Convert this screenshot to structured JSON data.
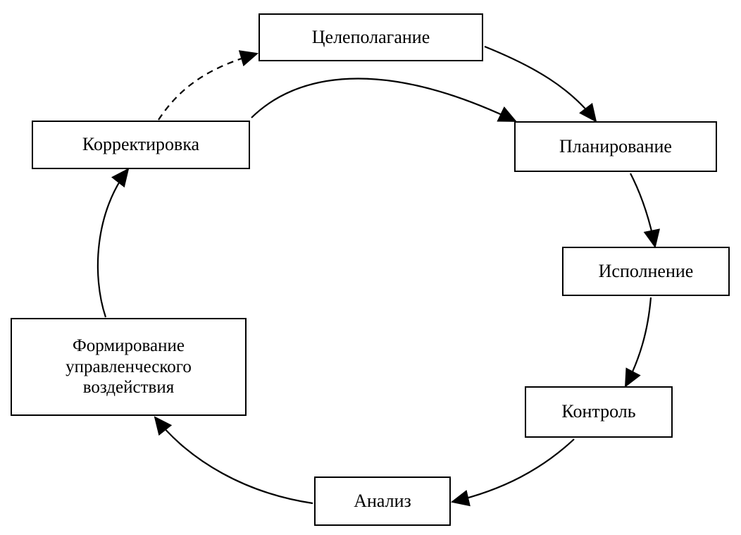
{
  "diagram": {
    "nodes": {
      "goal": "Целеполагание",
      "plan": "Планирование",
      "exec": "Исполнение",
      "control": "Контроль",
      "analysis": "Анализ",
      "form": [
        "Формирование",
        "управленческого",
        "воздействия"
      ],
      "correct": "Корректировка"
    },
    "edges": [
      {
        "from": "goal",
        "to": "plan",
        "style": "solid"
      },
      {
        "from": "plan",
        "to": "exec",
        "style": "solid"
      },
      {
        "from": "exec",
        "to": "control",
        "style": "solid"
      },
      {
        "from": "control",
        "to": "analysis",
        "style": "solid"
      },
      {
        "from": "analysis",
        "to": "form",
        "style": "solid"
      },
      {
        "from": "form",
        "to": "correct",
        "style": "solid"
      },
      {
        "from": "correct",
        "to": "plan",
        "style": "solid"
      },
      {
        "from": "correct",
        "to": "goal",
        "style": "dashed"
      }
    ],
    "colors": {
      "stroke": "#000000",
      "background": "#ffffff"
    }
  }
}
